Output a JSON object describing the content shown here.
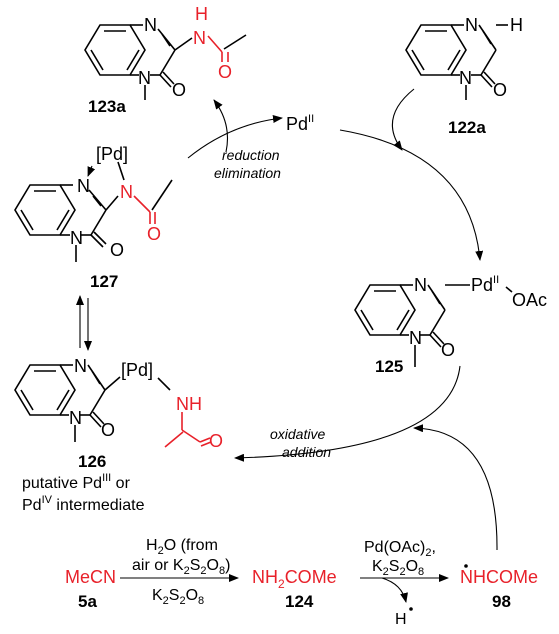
{
  "compounds": {
    "c123a": {
      "label": "123a"
    },
    "c122a": {
      "label": "122a"
    },
    "c127": {
      "label": "127",
      "pd": "[Pd]"
    },
    "c125": {
      "label": "125",
      "pd": "Pd",
      "pd_sup": "II",
      "oac": "OAc"
    },
    "c126": {
      "label": "126",
      "pd": "[Pd]"
    }
  },
  "atoms": {
    "N": "N",
    "O": "O",
    "H": "H",
    "NH": "NH"
  },
  "pd_center": {
    "text": "Pd",
    "sup": "II"
  },
  "steps": {
    "reduction": [
      "reduction",
      "elimination"
    ],
    "oxidative": [
      "oxidative",
      "addition"
    ]
  },
  "intermediate_caption": {
    "line1_a": "putative Pd",
    "line1_sup": "III",
    "line1_b": " or",
    "line2_a": "Pd",
    "line2_sup": "IV",
    "line2_b": " intermediate"
  },
  "bottom": {
    "mecn": "MeCN",
    "mecn_label": "5a",
    "cond1_top1": "H",
    "cond1_top1_sub": "2",
    "cond1_top1_b": "O (from",
    "cond1_top2": "air or K",
    "cond1_bottom": "K",
    "nh2come": {
      "a": "NH",
      "sub": "2",
      "b": "COMe"
    },
    "nh2come_label": "124",
    "cond2_top1": "Pd(OAc)",
    "cond2_top2": "K",
    "radical": "NHCOMe",
    "radical_label": "98",
    "h_radical": "H"
  }
}
